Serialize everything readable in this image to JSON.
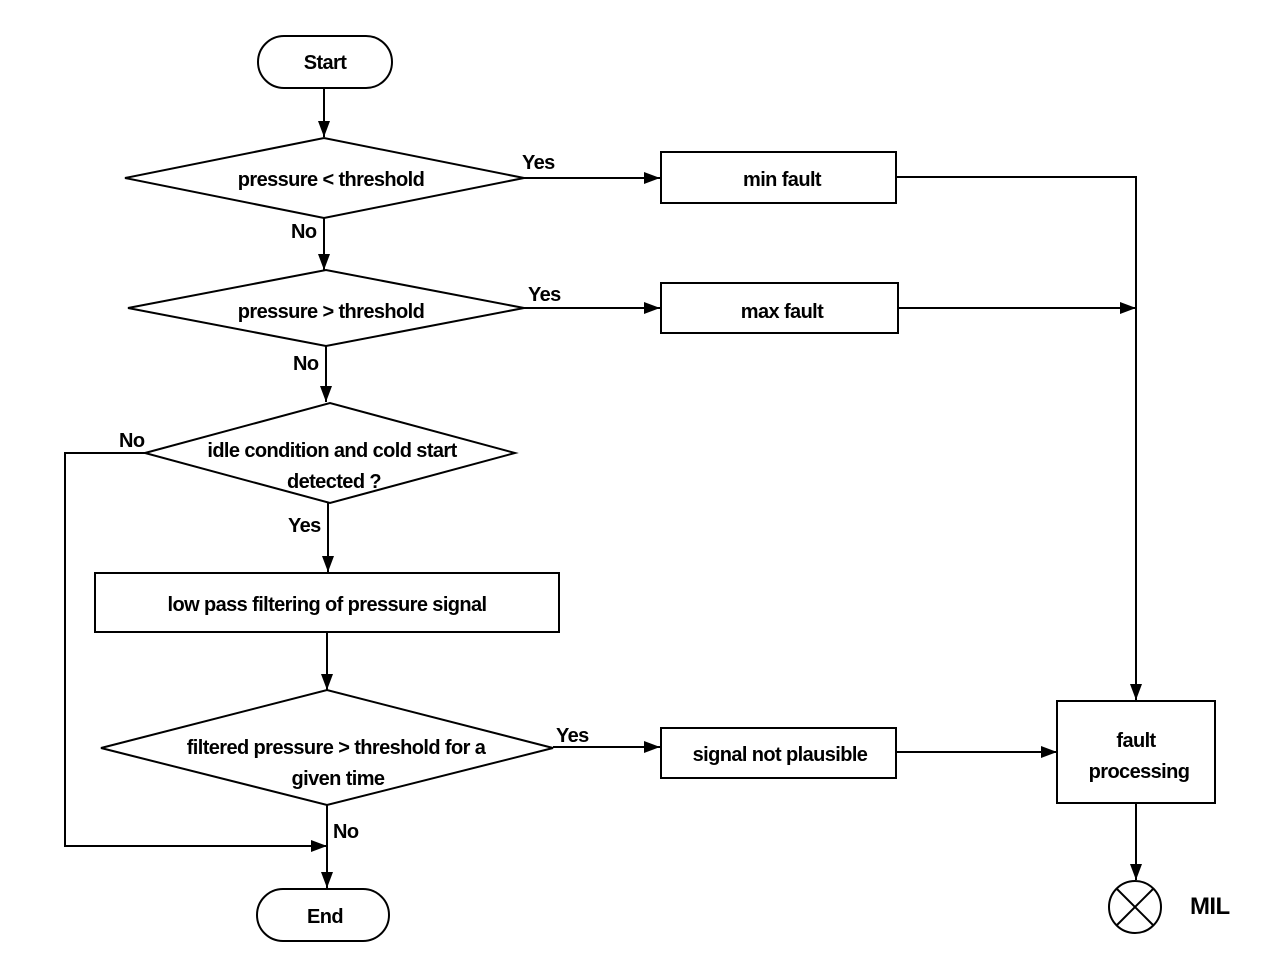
{
  "flowchart": {
    "start": "Start",
    "end": "End",
    "decision_min": "pressure < threshold",
    "decision_max": "pressure > threshold",
    "decision_idle": [
      "idle condition and cold start",
      "detected ?"
    ],
    "process_filter": "low pass filtering of pressure signal",
    "decision_filtered": [
      "filtered pressure > threshold for a",
      "given time"
    ],
    "box_min_fault": "min fault",
    "box_max_fault": "max fault",
    "box_not_plausible": "signal not plausible",
    "box_fault_processing": [
      "fault",
      "processing"
    ],
    "lamp_label": "MIL",
    "edge_labels": {
      "yes": "Yes",
      "no": "No"
    }
  }
}
